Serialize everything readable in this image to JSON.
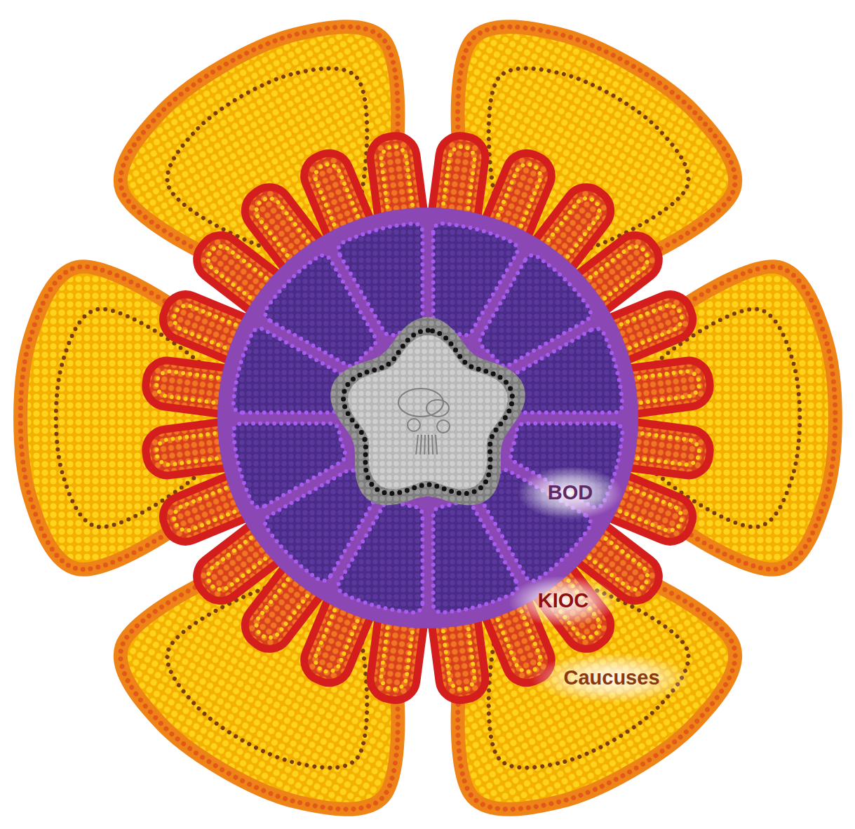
{
  "diagram": {
    "labels": [
      "BOD",
      "KIOC",
      "Caucuses"
    ]
  }
}
